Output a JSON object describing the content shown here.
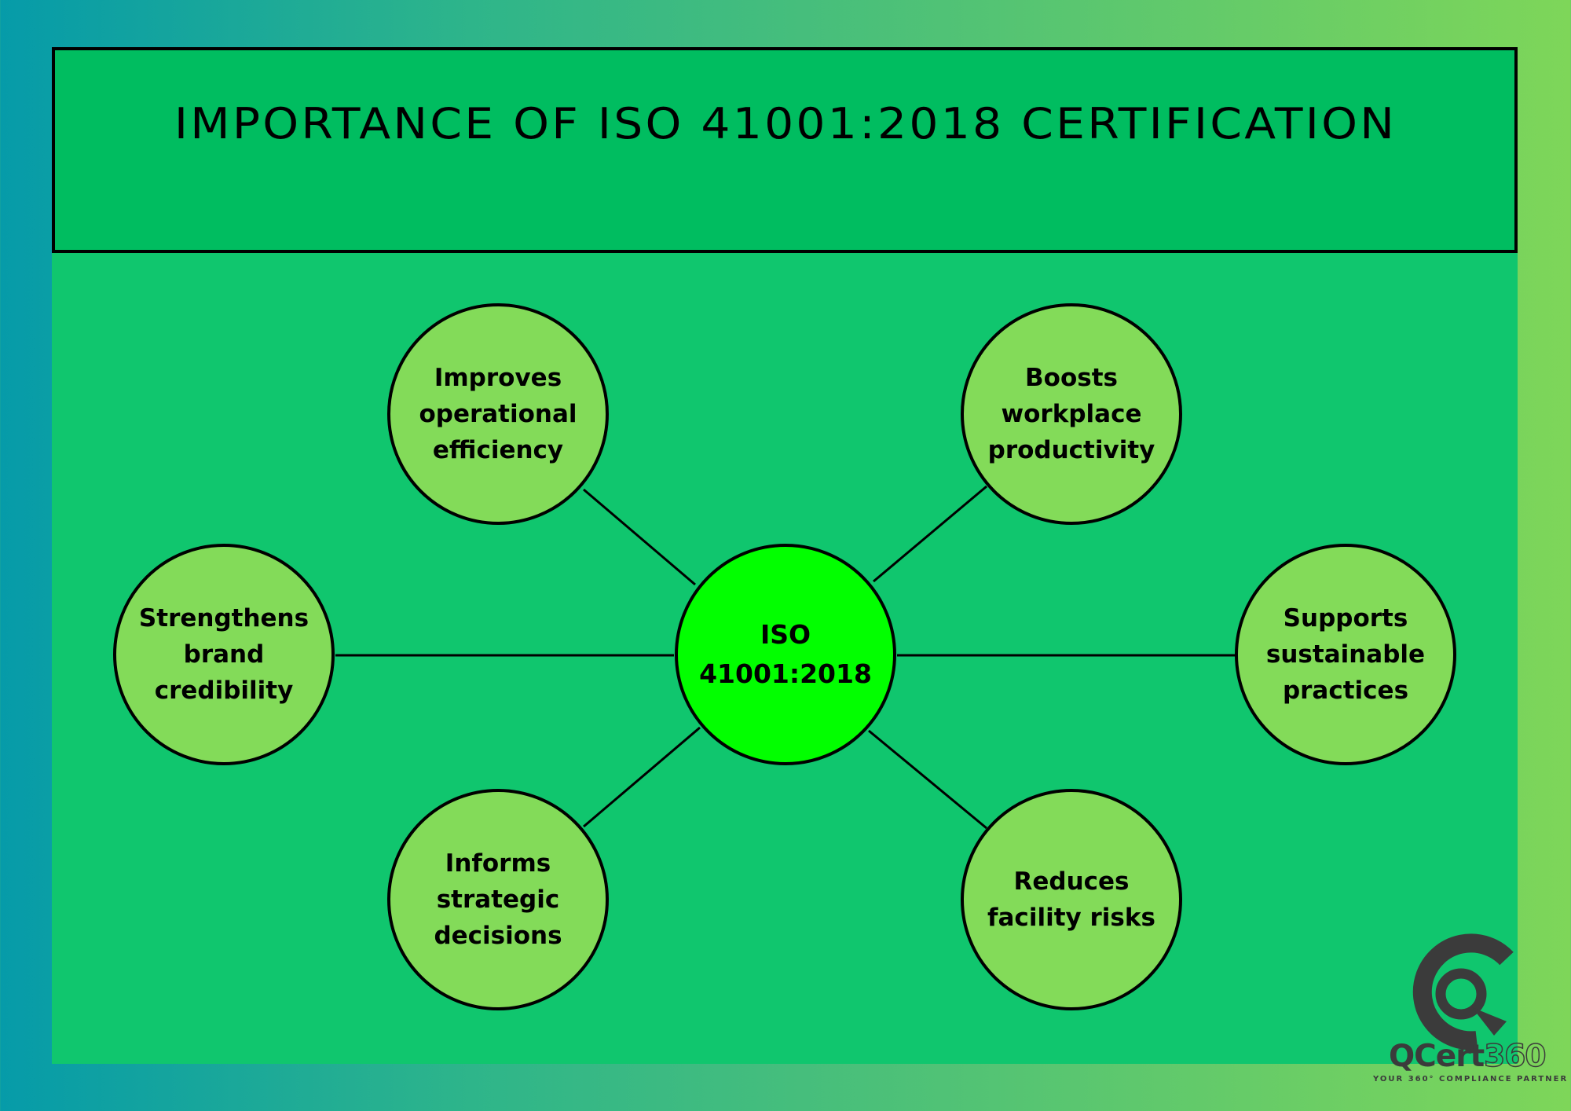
{
  "header": {
    "title": "IMPORTANCE OF ISO 41001:2018 CERTIFICATION"
  },
  "center": {
    "label": "ISO 41001:2018"
  },
  "nodes": [
    {
      "id": "improves",
      "label": "Improves operational efficiency"
    },
    {
      "id": "boosts",
      "label": "Boosts workplace productivity"
    },
    {
      "id": "strengthens",
      "label": "Strengthens brand credibility"
    },
    {
      "id": "supports",
      "label": "Supports sustainable practices"
    },
    {
      "id": "informs",
      "label": "Informs strategic decisions"
    },
    {
      "id": "reduces",
      "label": "Reduces facility risks"
    }
  ],
  "logo": {
    "brand_prefix": "QCert",
    "brand_number": "360",
    "tagline": "YOUR 360° COMPLIANCE PARTNER"
  },
  "colors": {
    "panel": "#10c66e",
    "header": "#00bd60",
    "node": "#83db59",
    "center_node": "#02ff00",
    "logo": "#3b3b3b"
  }
}
